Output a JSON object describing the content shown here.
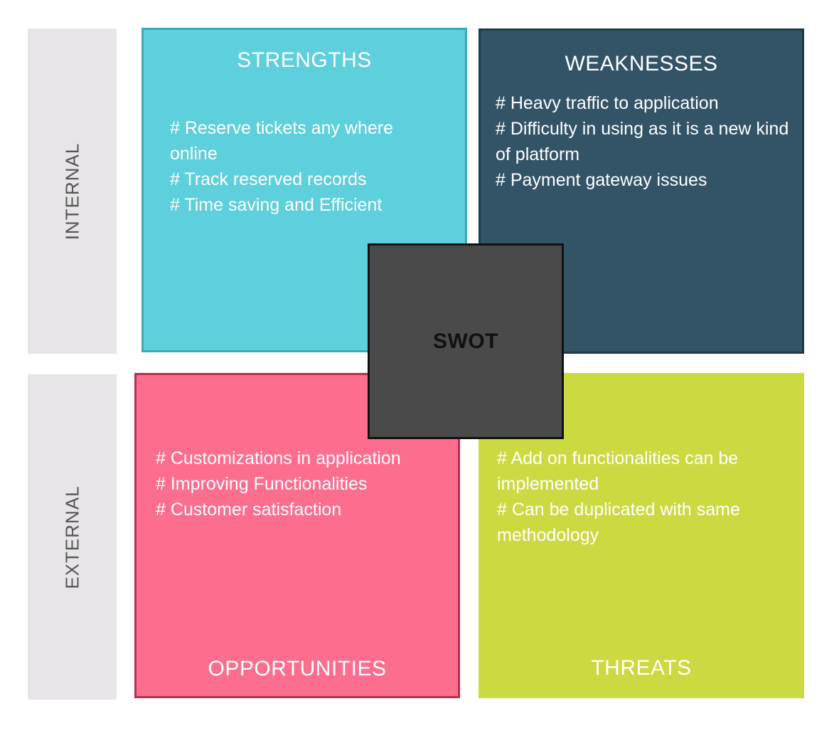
{
  "axes": {
    "internal": "INTERNAL",
    "external": "EXTERNAL"
  },
  "center": {
    "label": "SWOT",
    "color": "#4a4a4a"
  },
  "strengths": {
    "title": "STRENGTHS",
    "color": "#5ecfdc",
    "items": [
      "# Reserve tickets any where online",
      "# Track reserved records",
      "# Time saving and Efficient"
    ]
  },
  "weaknesses": {
    "title": "WEAKNESSES",
    "color": "#335367",
    "items": [
      "# Heavy traffic to application",
      "# Difficulty in using as it is a new kind of platform",
      "# Payment gateway issues"
    ]
  },
  "opportunities": {
    "title": "OPPORTUNITIES",
    "color": "#fd6e8e",
    "items": [
      "# Customizations in application",
      "# Improving Functionalities",
      "# Customer satisfaction"
    ]
  },
  "threats": {
    "title": "THREATS",
    "color": "#cbda41",
    "items": [
      "# Add on functionalities can be implemented",
      "# Can be duplicated with same methodology"
    ]
  }
}
